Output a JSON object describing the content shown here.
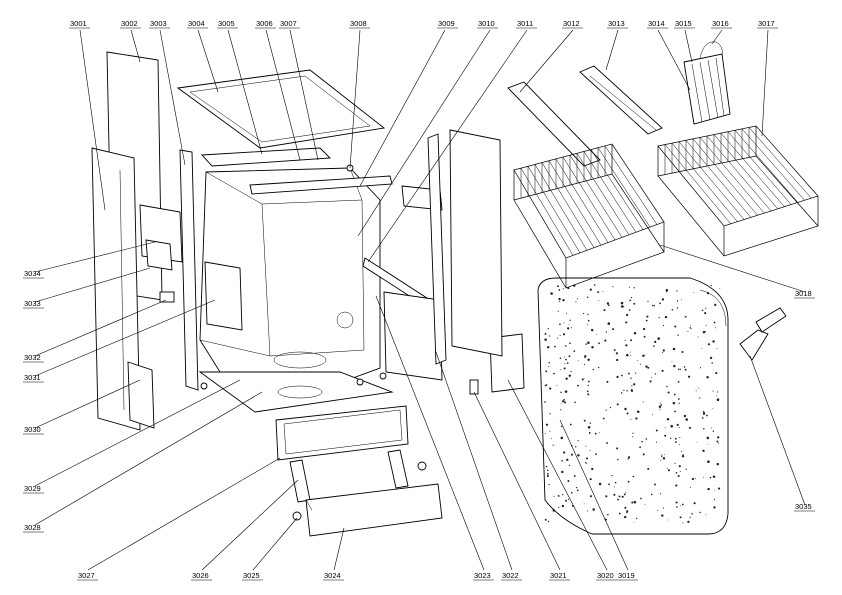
{
  "labels": [
    {
      "id": "3001",
      "text": "3001"
    },
    {
      "id": "3002",
      "text": "3002"
    },
    {
      "id": "3003",
      "text": "3003"
    },
    {
      "id": "3004",
      "text": "3004"
    },
    {
      "id": "3005",
      "text": "3005"
    },
    {
      "id": "3006",
      "text": "3006"
    },
    {
      "id": "3007",
      "text": "3007"
    },
    {
      "id": "3008",
      "text": "3008"
    },
    {
      "id": "3009",
      "text": "3009"
    },
    {
      "id": "3010",
      "text": "3010"
    },
    {
      "id": "3011",
      "text": "3011"
    },
    {
      "id": "3012",
      "text": "3012"
    },
    {
      "id": "3013",
      "text": "3013"
    },
    {
      "id": "3014",
      "text": "3014"
    },
    {
      "id": "3015",
      "text": "3015"
    },
    {
      "id": "3016",
      "text": "3016"
    },
    {
      "id": "3017",
      "text": "3017"
    },
    {
      "id": "3018",
      "text": "3018"
    },
    {
      "id": "3019",
      "text": "3019"
    },
    {
      "id": "3020",
      "text": "3020"
    },
    {
      "id": "3021",
      "text": "3021"
    },
    {
      "id": "3022",
      "text": "3022"
    },
    {
      "id": "3023",
      "text": "3023"
    },
    {
      "id": "3024",
      "text": "3024"
    },
    {
      "id": "3025",
      "text": "3025"
    },
    {
      "id": "3026",
      "text": "3026"
    },
    {
      "id": "3027",
      "text": "3027"
    },
    {
      "id": "3028",
      "text": "3028"
    },
    {
      "id": "3029",
      "text": "3029"
    },
    {
      "id": "3030",
      "text": "3030"
    },
    {
      "id": "3031",
      "text": "3031"
    },
    {
      "id": "3032",
      "text": "3032"
    },
    {
      "id": "3033",
      "text": "3033"
    },
    {
      "id": "3034",
      "text": "3034"
    },
    {
      "id": "3035",
      "text": "3035"
    }
  ]
}
